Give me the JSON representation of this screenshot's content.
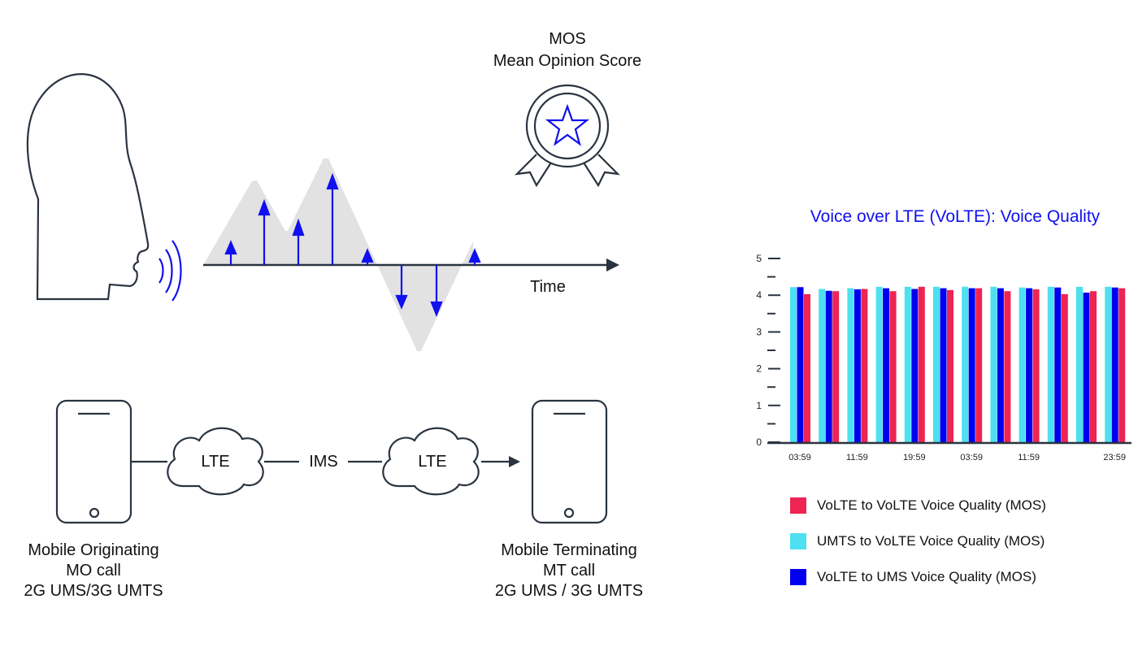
{
  "mos": {
    "title": "MOS",
    "subtitle": "Mean Opinion Score"
  },
  "waveform": {
    "axis_label": "Time"
  },
  "network": {
    "cloud_left": "LTE",
    "core": "IMS",
    "cloud_right": "LTE",
    "originating": {
      "line1": "Mobile Originating",
      "line2": "MO call",
      "line3": "2G UMS/3G UMTS"
    },
    "terminating": {
      "line1": "Mobile Terminating",
      "line2": "MT call",
      "line3": "2G UMS / 3G UMTS"
    }
  },
  "colors": {
    "accent": "#1010ee",
    "outline": "#2a3440",
    "wave": "#e2e2e2"
  },
  "chart_data": {
    "type": "bar",
    "title": "Voice over LTE (VoLTE): Voice Quality",
    "xlabel": "",
    "ylabel": "",
    "ylim": [
      0,
      5
    ],
    "yticks": [
      "0",
      "1",
      "2",
      "3",
      "4",
      "5"
    ],
    "xtick_labels": [
      {
        "group": 0,
        "label": "03:59"
      },
      {
        "group": 2,
        "label": "11:59"
      },
      {
        "group": 4,
        "label": "19:59"
      },
      {
        "group": 6,
        "label": "03:59"
      },
      {
        "group": 8,
        "label": "11:59"
      },
      {
        "group": 11,
        "label": "23:59"
      }
    ],
    "series": [
      {
        "name": "UMTS to VoLTE Voice Quality (MOS)",
        "color": "#4ce0f0",
        "values": [
          4.22,
          4.17,
          4.19,
          4.23,
          4.23,
          4.23,
          4.23,
          4.23,
          4.21,
          4.23,
          4.23,
          4.23
        ]
      },
      {
        "name": "VoLTE to UMS Voice Quality (MOS)",
        "color": "#0000ee",
        "values": [
          4.22,
          4.12,
          4.16,
          4.19,
          4.17,
          4.19,
          4.19,
          4.19,
          4.19,
          4.21,
          4.07,
          4.21
        ]
      },
      {
        "name": "VoLTE to VoLTE Voice Quality (MOS)",
        "color": "#ee2452",
        "values": [
          4.03,
          4.11,
          4.17,
          4.11,
          4.23,
          4.14,
          4.19,
          4.11,
          4.16,
          4.03,
          4.11,
          4.19
        ]
      }
    ],
    "legend": [
      "VoLTE to VoLTE Voice Quality (MOS)",
      "UMTS to VoLTE Voice Quality (MOS)",
      "VoLTE to UMS Voice Quality (MOS)"
    ],
    "legend_colors": [
      "#ee2452",
      "#4ce0f0",
      "#0000ee"
    ],
    "legend_position": "bottom"
  }
}
